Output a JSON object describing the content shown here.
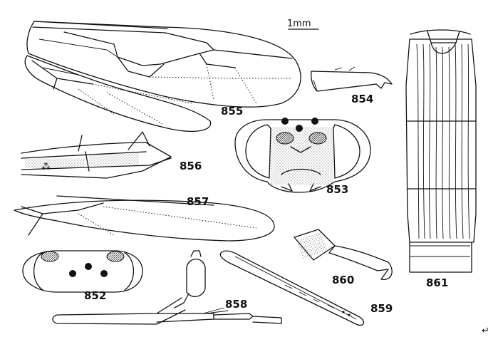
{
  "scale": {
    "label": "1mm"
  },
  "figures": [
    {
      "id": "853"
    },
    {
      "id": "854"
    },
    {
      "id": "855"
    },
    {
      "id": "856"
    },
    {
      "id": "857"
    },
    {
      "id": "852"
    },
    {
      "id": "858"
    },
    {
      "id": "859"
    },
    {
      "id": "860"
    },
    {
      "id": "861"
    }
  ],
  "corner_mark": "↵"
}
